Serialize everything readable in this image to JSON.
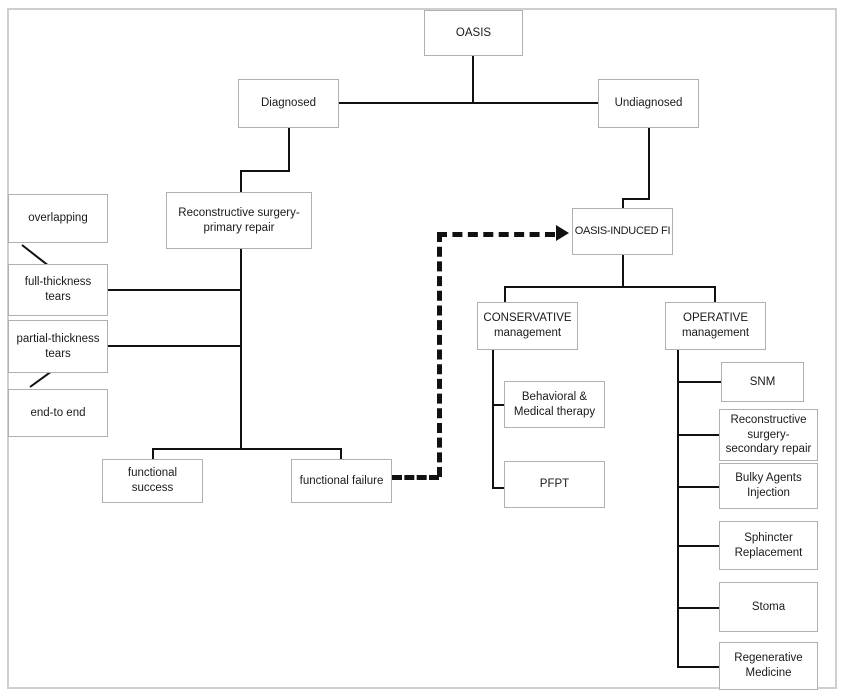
{
  "diagram": {
    "title": "OASIS management flowchart",
    "type": "flowchart",
    "line_color": "#111111",
    "box_border_color": "#b0b0b0",
    "frame_color": "#cfcfcf",
    "background": "#ffffff"
  },
  "nodes": {
    "oasis": "OASIS",
    "diagnosed": "Diagnosed",
    "undiagnosed": "Undiagnosed",
    "reconstructive_primary": "Reconstructive surgery-\nprimary repair",
    "overlapping": "overlapping",
    "full_thickness": "full-thickness\ntears",
    "partial_thickness": "partial-thickness\ntears",
    "end_to_end": "end-to end",
    "functional_success": "functional success",
    "functional_failure": "functional failure",
    "oasis_induced_fi": "OASIS-INDUCED FI",
    "conservative": "CONSERVATIVE\nmanagement",
    "operative": "OPERATIVE\nmanagement",
    "behavioral_medical": "Behavioral &\nMedical therapy",
    "pfpt": "PFPT",
    "snm": "SNM",
    "reconstructive_secondary": "Reconstructive\nsurgery-\nsecondary repair",
    "bulky_agents": "Bulky Agents\nInjection",
    "sphincter_replacement": "Sphincter\nReplacement",
    "stoma": "Stoma",
    "regenerative_medicine": "Regenerative\nMedicine"
  }
}
